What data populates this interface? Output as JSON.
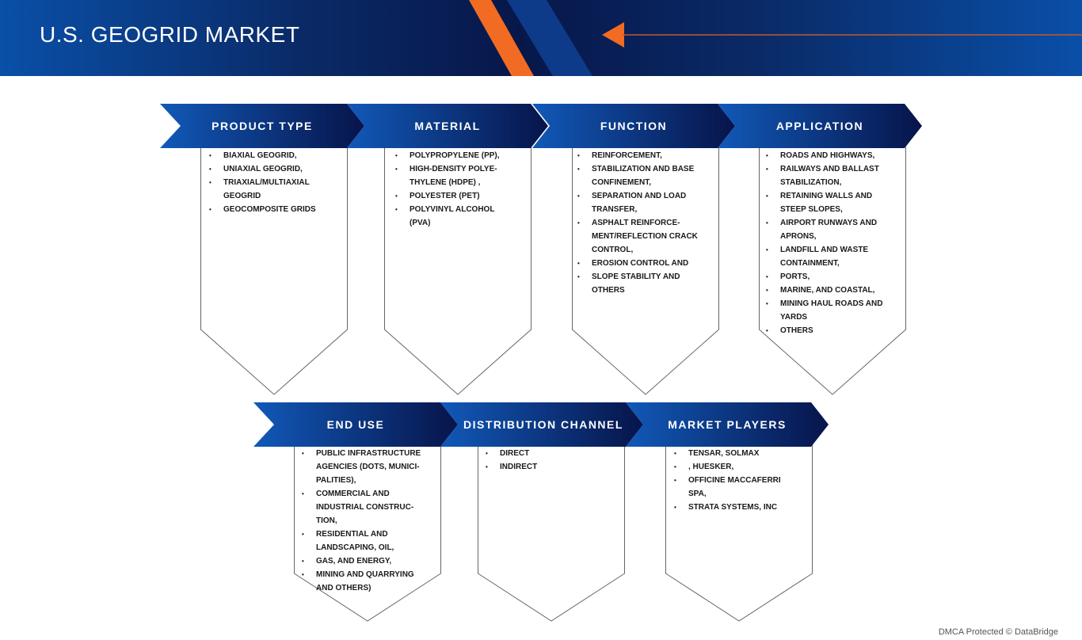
{
  "header": {
    "title": "U.S. GEOGRID MARKET"
  },
  "segments": [
    {
      "title": "PRODUCT TYPE",
      "items": [
        "BIAXIAL GEOGRID,",
        "UNIAXIAL GEOGRID,",
        "TRIAXIAL/MULTIAXIAL GEOGRID",
        "GEOCOMPOSITE GRIDS"
      ]
    },
    {
      "title": "MATERIAL",
      "items": [
        "POLYPROPYLENE (PP),",
        "HIGH-DENSITY POLYE-THYLENE (HDPE) ,",
        "POLYESTER (PET)",
        "POLYVINYL ALCOHOL (PVA)"
      ]
    },
    {
      "title": "FUNCTION",
      "items": [
        "REINFORCEMENT,",
        "STABILIZATION AND BASE CONFINEMENT,",
        "SEPARATION AND LOAD TRANSFER,",
        "ASPHALT REINFORCE-MENT/REFLECTION CRACK CONTROL,",
        "EROSION CONTROL AND",
        "SLOPE STABILITY AND OTHERS"
      ]
    },
    {
      "title": "APPLICATION",
      "items": [
        "ROADS AND HIGHWAYS,",
        "RAILWAYS AND BALLAST STABILIZATION,",
        "RETAINING WALLS AND STEEP SLOPES,",
        "AIRPORT RUNWAYS AND APRONS,",
        "LANDFILL AND WASTE CONTAINMENT,",
        "PORTS,",
        "MARINE, AND COASTAL,",
        "MINING HAUL ROADS AND YARDS",
        "OTHERS"
      ]
    },
    {
      "title": "END USE",
      "items": [
        "PUBLIC INFRASTRUCTURE AGENCIES (DOTS, MUNICI-PALITIES),",
        "COMMERCIAL AND INDUSTRIAL CONSTRUC-TION,",
        "RESIDENTIAL AND LANDSCAPING, OIL,",
        "GAS, AND ENERGY,",
        "MINING AND QUARRYING AND OTHERS)"
      ]
    },
    {
      "title": "DISTRIBUTION CHANNEL",
      "items": [
        "DIRECT",
        "INDIRECT"
      ]
    },
    {
      "title": "MARKET PLAYERS",
      "items": [
        "TENSAR, SOLMAX",
        ", HUESKER,",
        "OFFICINE MACCAFERRI SPA,",
        "STRATA SYSTEMS, INC"
      ]
    }
  ],
  "colors": {
    "banner_light": "#1159b8",
    "banner_dark": "#07144a",
    "accent_orange": "#f26b22"
  },
  "footer": {
    "text": "DMCA Protected © DataBridge"
  }
}
